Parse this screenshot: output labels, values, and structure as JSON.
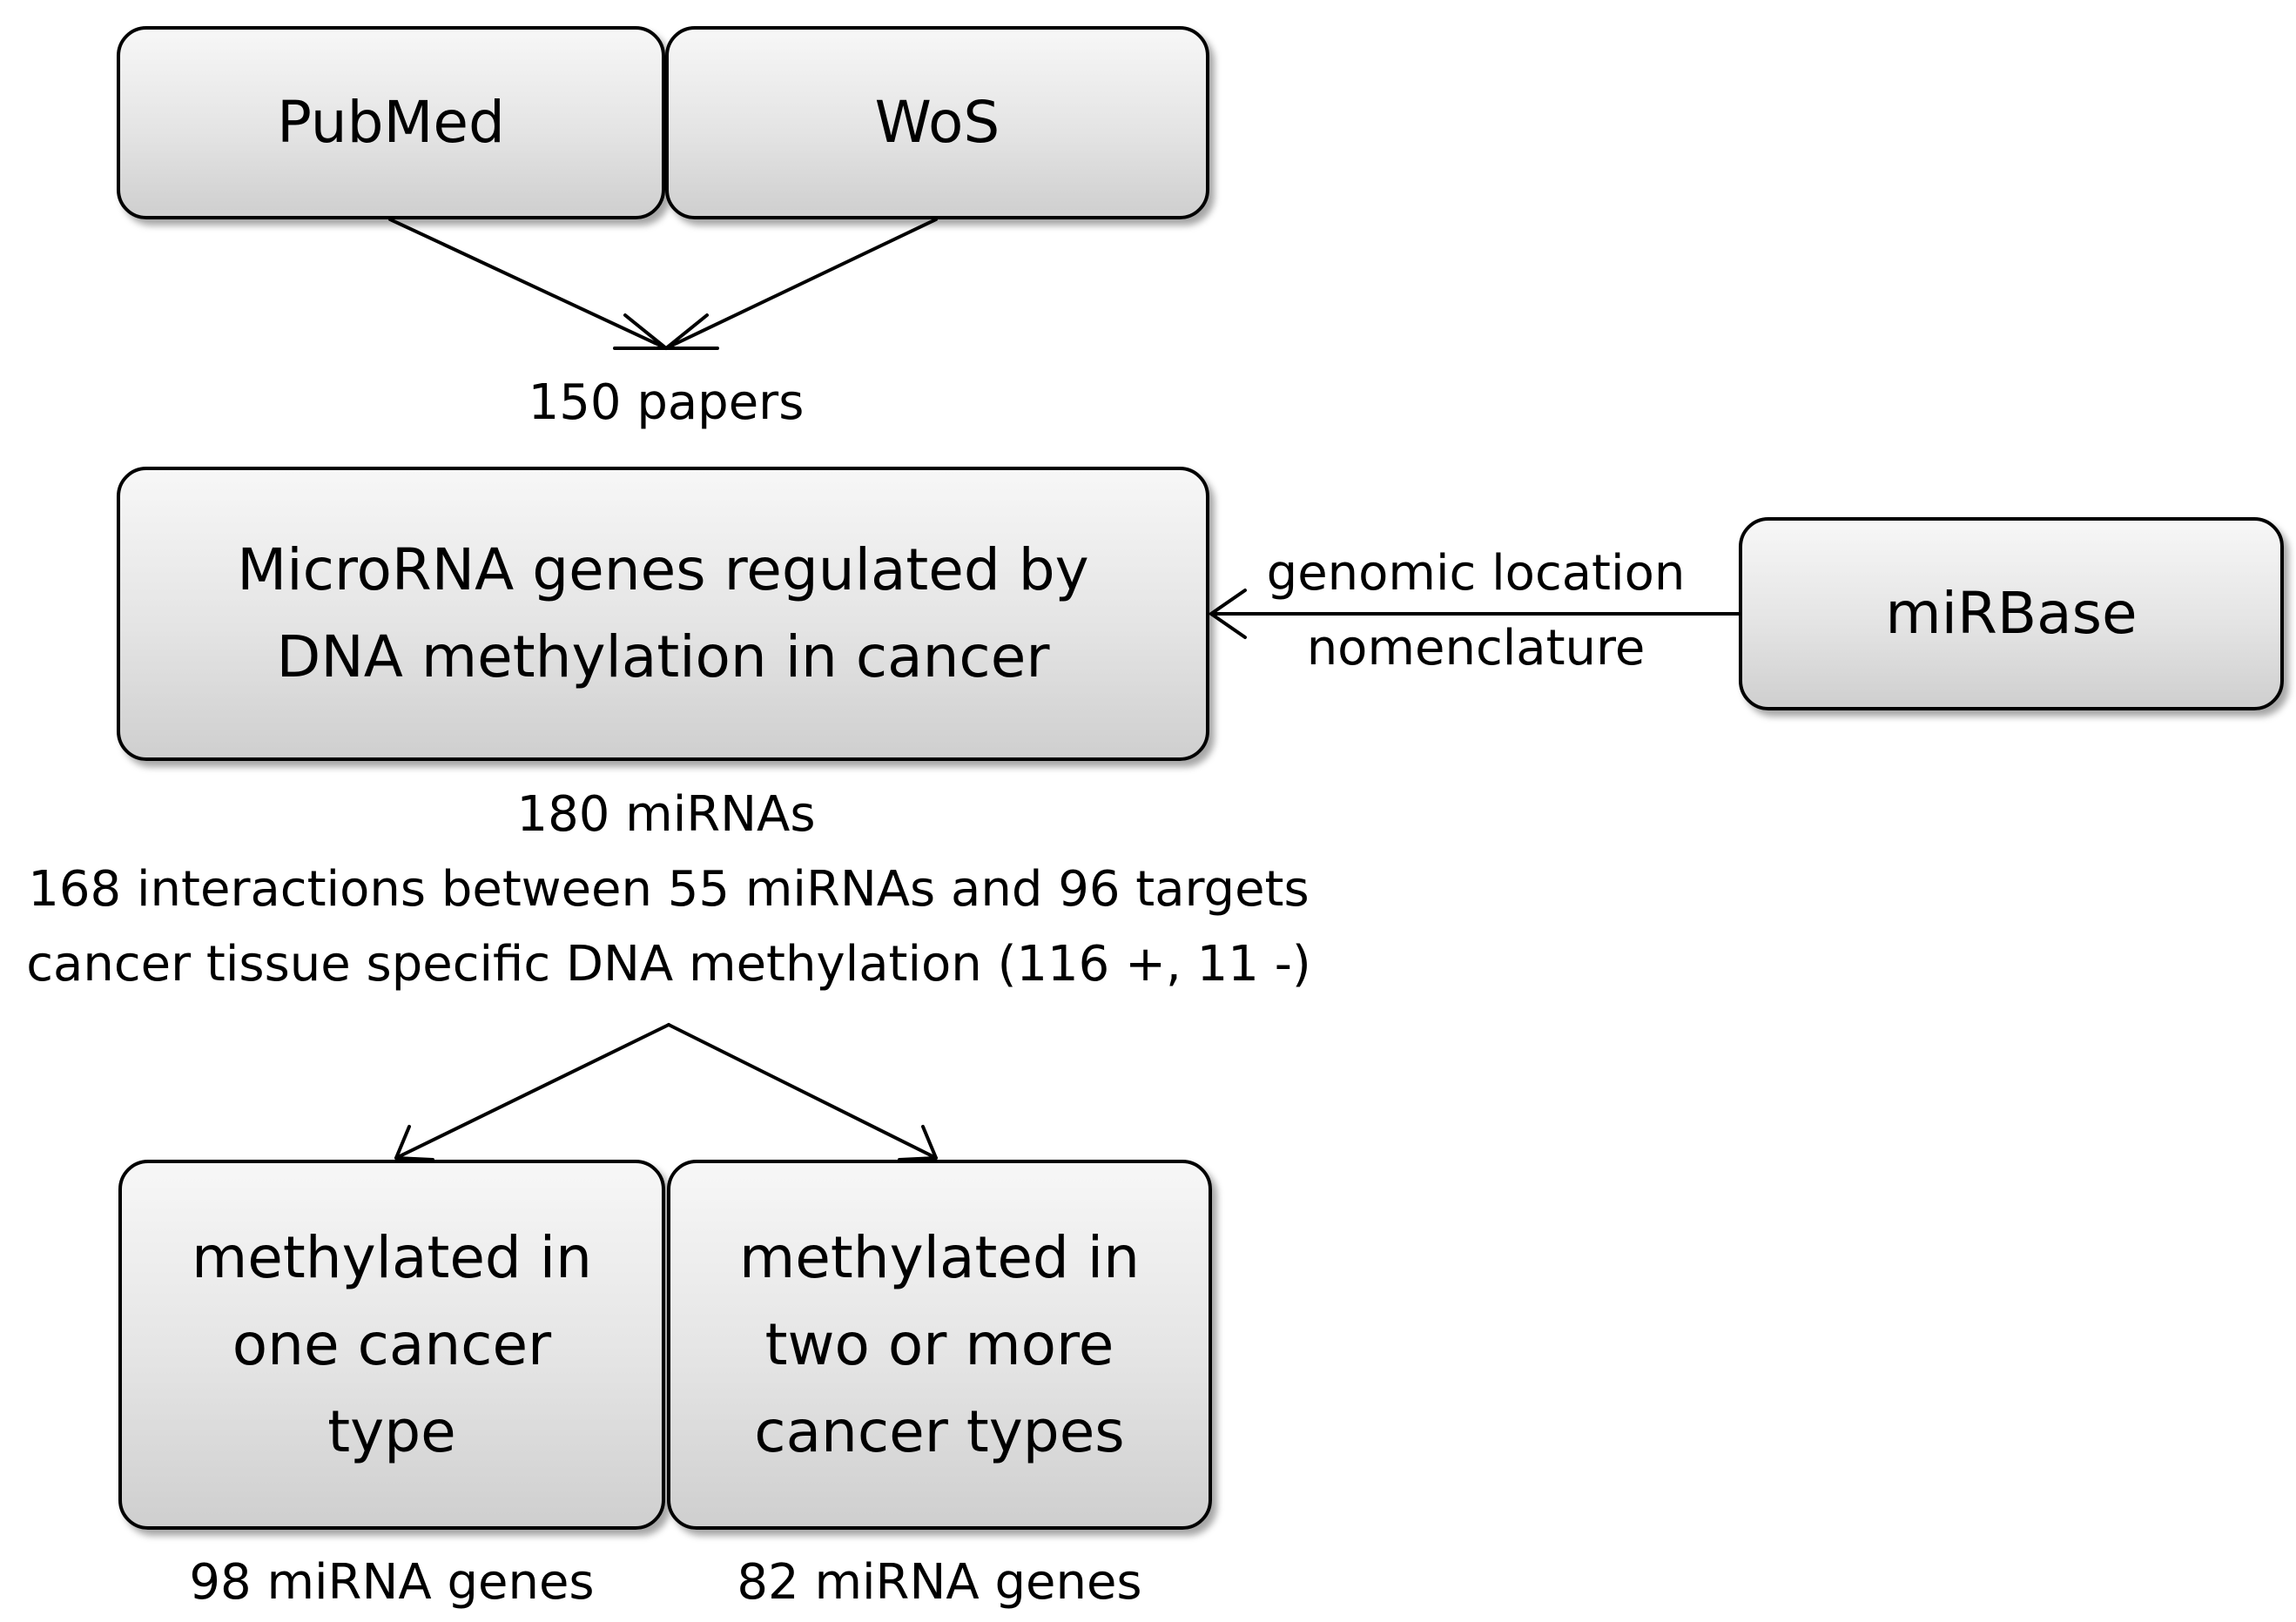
{
  "sources": {
    "pubmed": "PubMed",
    "wos": "WoS"
  },
  "papers_label": "150 papers",
  "central_box": {
    "line1": "MicroRNA genes regulated by",
    "line2": "DNA methylation in cancer"
  },
  "mirbase": {
    "label": "miRBase",
    "edge_line1": "genomic location",
    "edge_line2": "nomenclature"
  },
  "stats": {
    "line1": "180 miRNAs",
    "line2": "168 interactions  between 55 miRNAs and 96 targets",
    "line3": "cancer tissue specific DNA methylation (116 +, 11 -)"
  },
  "split": {
    "one": {
      "line1": "methylated in",
      "line2": "one cancer",
      "line3": "type",
      "count": "98 miRNA genes"
    },
    "two": {
      "line1": "methylated in",
      "line2": "two or more",
      "line3": "cancer types",
      "count": "82 miRNA genes"
    }
  }
}
